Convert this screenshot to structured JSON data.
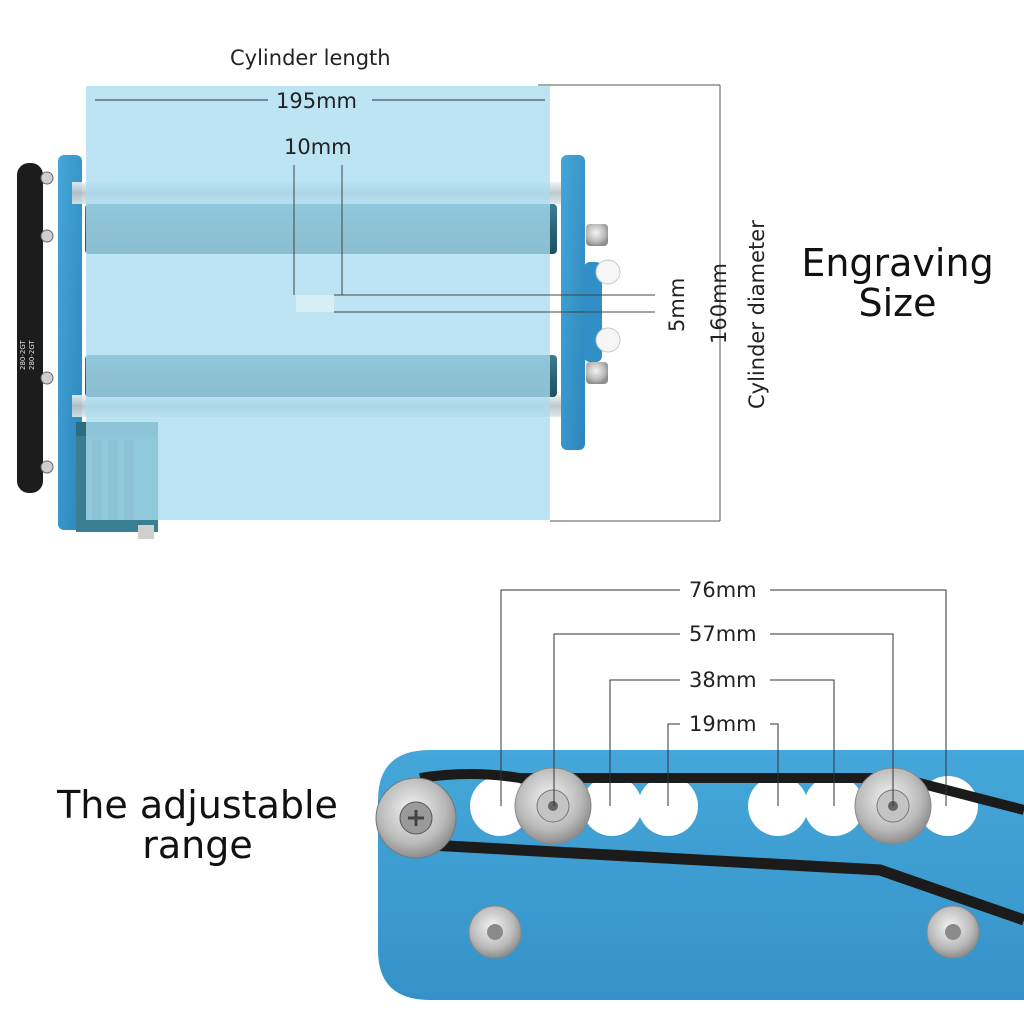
{
  "rotary_view": {
    "cylinder_length_label": "Cylinder length",
    "cylinder_length_value": "195mm",
    "gap_value": "10mm",
    "offset_value": "5mm",
    "diameter_value": "160mm",
    "cylinder_diameter_label": "Cylinder diameter",
    "belt_marking_1": "280-2GT",
    "belt_marking_2": "280-2GT"
  },
  "heading": {
    "line1": "Engraving",
    "line2": "Size"
  },
  "range_view": {
    "label_line1": "The adjustable",
    "label_line2": "range",
    "spans": [
      "76mm",
      "57mm",
      "38mm",
      "19mm"
    ]
  },
  "colors": {
    "highlight": "#b8e2f2",
    "frame_blue": "#2f8fc6",
    "roller": "#2d6b80",
    "belt": "#1b1b1b"
  }
}
